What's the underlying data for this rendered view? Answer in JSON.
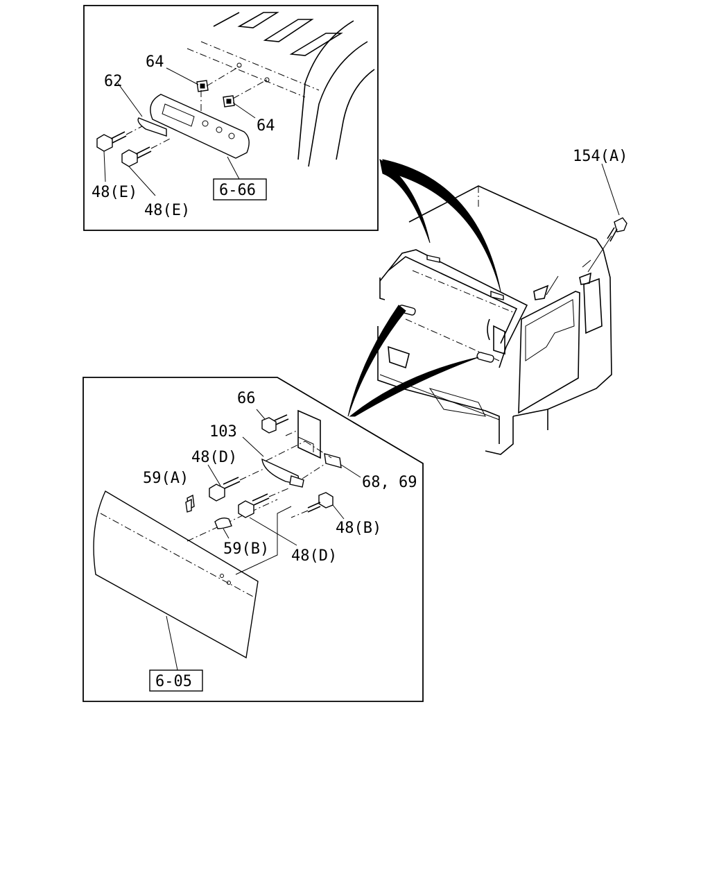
{
  "callouts": {
    "upper_inset": {
      "part_64_top": "64",
      "part_62": "62",
      "part_64_right": "64",
      "part_48e_left": "48(E)",
      "part_48e_right": "48(E)",
      "ref_box": "6-66"
    },
    "cab": {
      "part_154a": "154(A)"
    },
    "lower_inset": {
      "part_66": "66",
      "part_103": "103",
      "part_48d_top": "48(D)",
      "part_59a": "59(A)",
      "part_68_69": "68, 69",
      "part_48b": "48(B)",
      "part_59b": "59(B)",
      "part_48d_bottom": "48(D)",
      "ref_box": "6-05"
    }
  }
}
